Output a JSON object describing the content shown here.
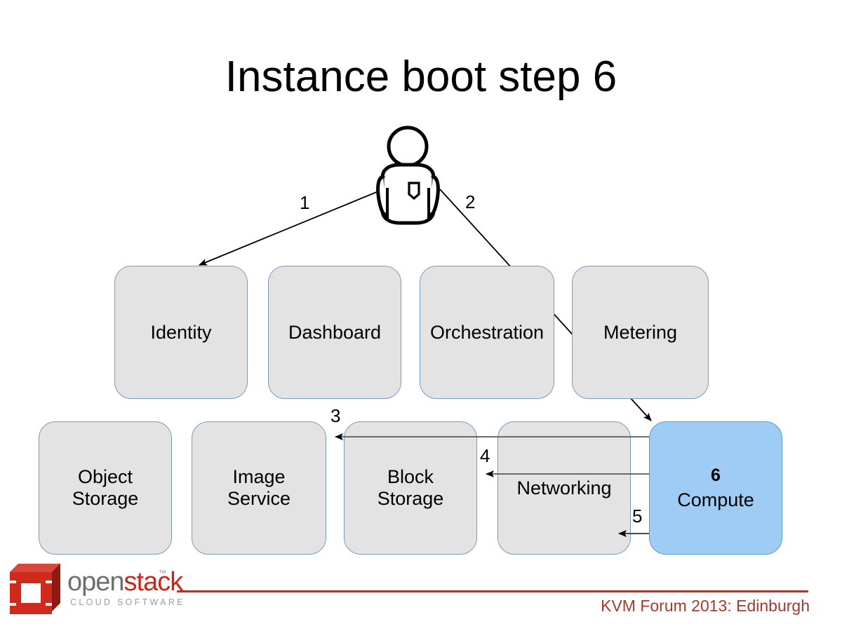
{
  "slide": {
    "title": "Instance boot step 6",
    "background_color": "#ffffff"
  },
  "actor": {
    "name": "user-person-figure",
    "icon": "person-icon"
  },
  "colors": {
    "box_fill": "#e3e3e3",
    "box_border": "#7a9ac0",
    "highlight_fill": "#9fccf5",
    "highlight_border": "#5b9bd5",
    "accent_red": "#a43a2c",
    "logo_red": "#c6281d",
    "logo_gray": "#6f6f6f",
    "arrow_black": "#000000",
    "arrow_gray": "#595959"
  },
  "boxes": {
    "row_top": [
      {
        "id": "identity",
        "label": "Identity",
        "step": null,
        "highlight": false
      },
      {
        "id": "dashboard",
        "label": "Dashboard",
        "step": null,
        "highlight": false
      },
      {
        "id": "orchestration",
        "label": "Orchestration",
        "step": null,
        "highlight": false
      },
      {
        "id": "metering",
        "label": "Metering",
        "step": null,
        "highlight": false
      }
    ],
    "row_bottom": [
      {
        "id": "object-storage",
        "label": "Object\nStorage",
        "step": null,
        "highlight": false
      },
      {
        "id": "image-service",
        "label": "Image\nService",
        "step": null,
        "highlight": false
      },
      {
        "id": "block-storage",
        "label": "Block\nStorage",
        "step": null,
        "highlight": false
      },
      {
        "id": "networking",
        "label": "Networking",
        "step": null,
        "highlight": false
      },
      {
        "id": "compute",
        "label": "Compute",
        "step": "6",
        "highlight": true
      }
    ]
  },
  "arrows": [
    {
      "id": "arrow-1",
      "label": "1",
      "from": "user",
      "to": "identity"
    },
    {
      "id": "arrow-2",
      "label": "2",
      "from": "user",
      "to": "compute"
    },
    {
      "id": "arrow-3",
      "label": "3",
      "from": "compute",
      "to": "image-service"
    },
    {
      "id": "arrow-4",
      "label": "4",
      "from": "compute",
      "to": "block-storage"
    },
    {
      "id": "arrow-5",
      "label": "5",
      "from": "compute",
      "to": "networking"
    }
  ],
  "footer": {
    "text": "KVM Forum 2013: Edinburgh"
  },
  "logo": {
    "word_open": "open",
    "word_stack": "stack",
    "trademark": "™",
    "tagline": "CLOUD SOFTWARE"
  }
}
